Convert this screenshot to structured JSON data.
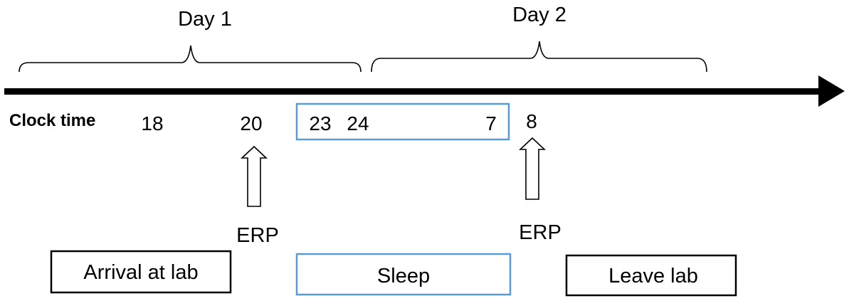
{
  "days": {
    "day1": "Day 1",
    "day2": "Day 2"
  },
  "timeline": {
    "label": "Clock time",
    "ticks": {
      "t18": "18",
      "t20": "20",
      "t23": "23",
      "t24": "24",
      "t7": "7",
      "t8": "8"
    }
  },
  "markers": {
    "erp1": "ERP",
    "erp2": "ERP"
  },
  "phases": {
    "arrival": "Arrival at lab",
    "sleep": "Sleep",
    "leave": "Leave lab"
  },
  "colors": {
    "line": "#000000",
    "sleep_accent": "#5b9bd5",
    "box_border": "#000000"
  }
}
